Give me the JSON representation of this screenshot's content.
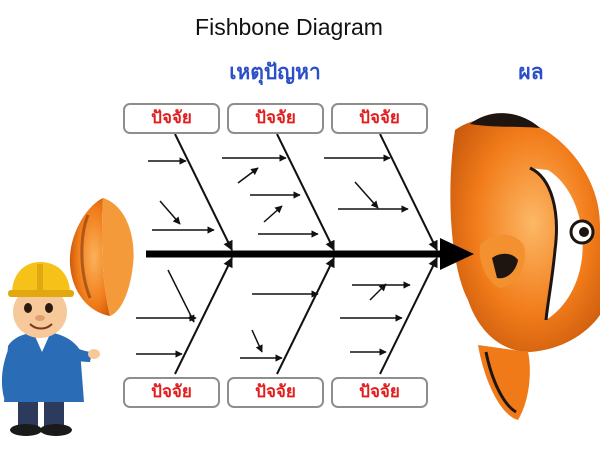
{
  "title": "Fishbone Diagram",
  "headings": {
    "cause": "เหตุปัญหา",
    "effect": "ผล"
  },
  "factors": {
    "top": [
      "ปัจจัย",
      "ปัจจัย",
      "ปัจจัย"
    ],
    "bottom": [
      "ปัจจัย",
      "ปัจจัย",
      "ปัจจัย"
    ]
  },
  "colors": {
    "title_text": "#111111",
    "heading_text": "#2a4fc8",
    "factor_text": "#e21d1d",
    "box_border": "#8e8e8e",
    "fish_orange": "#f07a18",
    "fish_stripe": "#ffffff",
    "spine": "#000000"
  },
  "icons": [
    "fish-tail-icon",
    "clownfish-head-icon",
    "engineer-character-icon"
  ]
}
